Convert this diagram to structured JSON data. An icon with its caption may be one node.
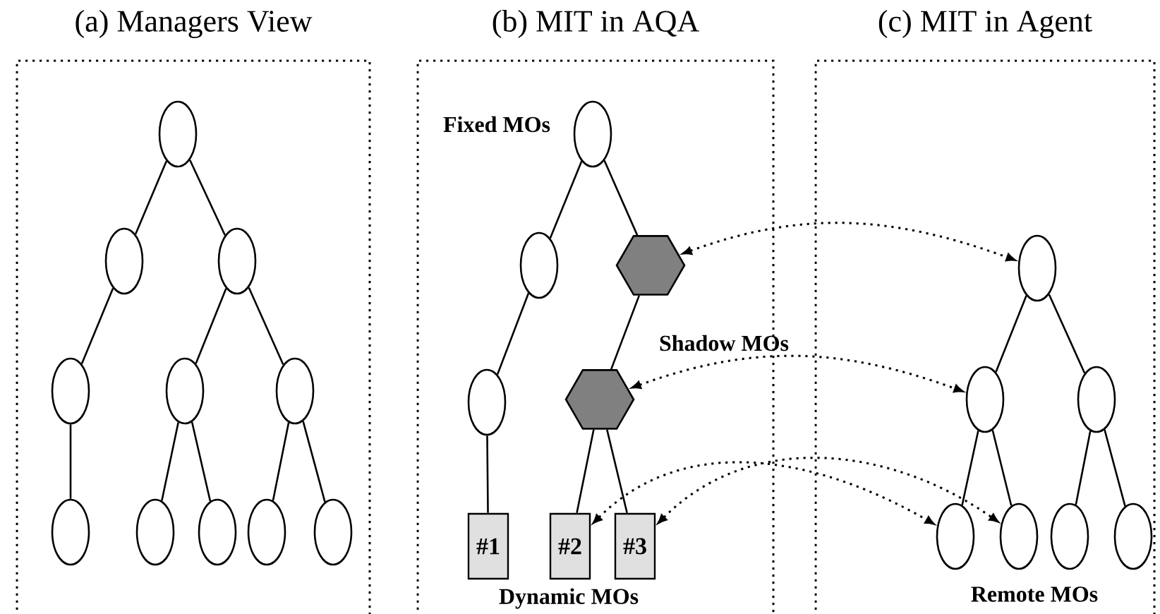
{
  "diagram": {
    "nodes": [
      {
        "text": [
          "(a) Managers View"
        ]
      },
      {
        "text": [
          "(b) MIT in AQA"
        ]
      },
      {
        "text": [
          "(c) MIT in Agent"
        ]
      },
      {
        "text": [],
        "shape": "ellipse",
        "in": 0
      },
      {
        "text": [],
        "shape": "ellipse",
        "in": 0
      },
      {
        "text": [],
        "shape": "ellipse",
        "in": 0
      },
      {
        "text": [],
        "shape": "ellipse",
        "in": 0
      },
      {
        "text": [],
        "shape": "ellipse",
        "in": 0
      },
      {
        "text": [],
        "shape": "ellipse",
        "in": 0
      },
      {
        "text": [],
        "shape": "ellipse",
        "in": 0
      },
      {
        "text": [],
        "shape": "ellipse",
        "in": 0
      },
      {
        "text": [],
        "shape": "ellipse",
        "in": 0
      },
      {
        "text": [],
        "shape": "ellipse",
        "in": 0
      },
      {
        "text": [],
        "shape": "ellipse",
        "in": 0
      },
      {
        "text": [],
        "shape": "ellipse",
        "in": 1
      },
      {
        "text": [],
        "shape": "ellipse",
        "in": 1
      },
      {
        "text": [],
        "shape": "hexagon",
        "in": 1
      },
      {
        "text": [],
        "shape": "ellipse",
        "in": 1
      },
      {
        "text": [],
        "shape": "hexagon",
        "in": 1
      },
      {
        "text": [
          "#1"
        ],
        "in": 1
      },
      {
        "text": [
          "#2"
        ],
        "in": 1
      },
      {
        "text": [
          "#3"
        ],
        "in": 1
      },
      {
        "text": [],
        "shape": "ellipse",
        "in": 2
      },
      {
        "text": [],
        "shape": "ellipse",
        "in": 2
      },
      {
        "text": [],
        "shape": "ellipse",
        "in": 2
      },
      {
        "text": [],
        "shape": "ellipse",
        "in": 2
      },
      {
        "text": [],
        "shape": "ellipse",
        "in": 2
      },
      {
        "text": [],
        "shape": "ellipse",
        "in": 2
      },
      {
        "text": [],
        "shape": "ellipse",
        "in": 2
      }
    ],
    "edges": [
      {
        "from": 3,
        "to": 4,
        "arrow": "none"
      },
      {
        "from": 3,
        "to": 5,
        "arrow": "none"
      },
      {
        "from": 4,
        "to": 6,
        "arrow": "none"
      },
      {
        "from": 5,
        "to": 7,
        "arrow": "none"
      },
      {
        "from": 5,
        "to": 8,
        "arrow": "none"
      },
      {
        "from": 6,
        "to": 9,
        "arrow": "none"
      },
      {
        "from": 7,
        "to": 10,
        "arrow": "none"
      },
      {
        "from": 7,
        "to": 11,
        "arrow": "none"
      },
      {
        "from": 8,
        "to": 12,
        "arrow": "none"
      },
      {
        "from": 8,
        "to": 13,
        "arrow": "none"
      },
      {
        "from": 14,
        "to": 15,
        "arrow": "none"
      },
      {
        "from": 14,
        "to": 16,
        "arrow": "none"
      },
      {
        "from": 15,
        "to": 17,
        "arrow": "none"
      },
      {
        "from": 16,
        "to": 18,
        "arrow": "none"
      },
      {
        "from": 17,
        "to": 19,
        "arrow": "none"
      },
      {
        "from": 18,
        "to": 20,
        "arrow": "none"
      },
      {
        "from": 18,
        "to": 21,
        "arrow": "none"
      },
      {
        "from": 22,
        "to": 23,
        "arrow": "none"
      },
      {
        "from": 22,
        "to": 24,
        "arrow": "none"
      },
      {
        "from": 23,
        "to": 25,
        "arrow": "none"
      },
      {
        "from": 23,
        "to": 26,
        "arrow": "none"
      },
      {
        "from": 24,
        "to": 27,
        "arrow": "none"
      },
      {
        "from": 24,
        "to": 28,
        "arrow": "none"
      },
      {
        "from": 16,
        "to": 22,
        "arrow": "both",
        "style": "dashed"
      },
      {
        "from": 18,
        "to": 23,
        "arrow": "both",
        "style": "dashed"
      },
      {
        "from": 20,
        "to": 25,
        "arrow": "both",
        "style": "dashed"
      },
      {
        "from": 21,
        "to": 26,
        "arrow": "both",
        "style": "dashed"
      }
    ],
    "labels": [
      "Fixed MOs",
      "Shadow MOs",
      "Dynamic MOs",
      "Remote MOs"
    ]
  }
}
